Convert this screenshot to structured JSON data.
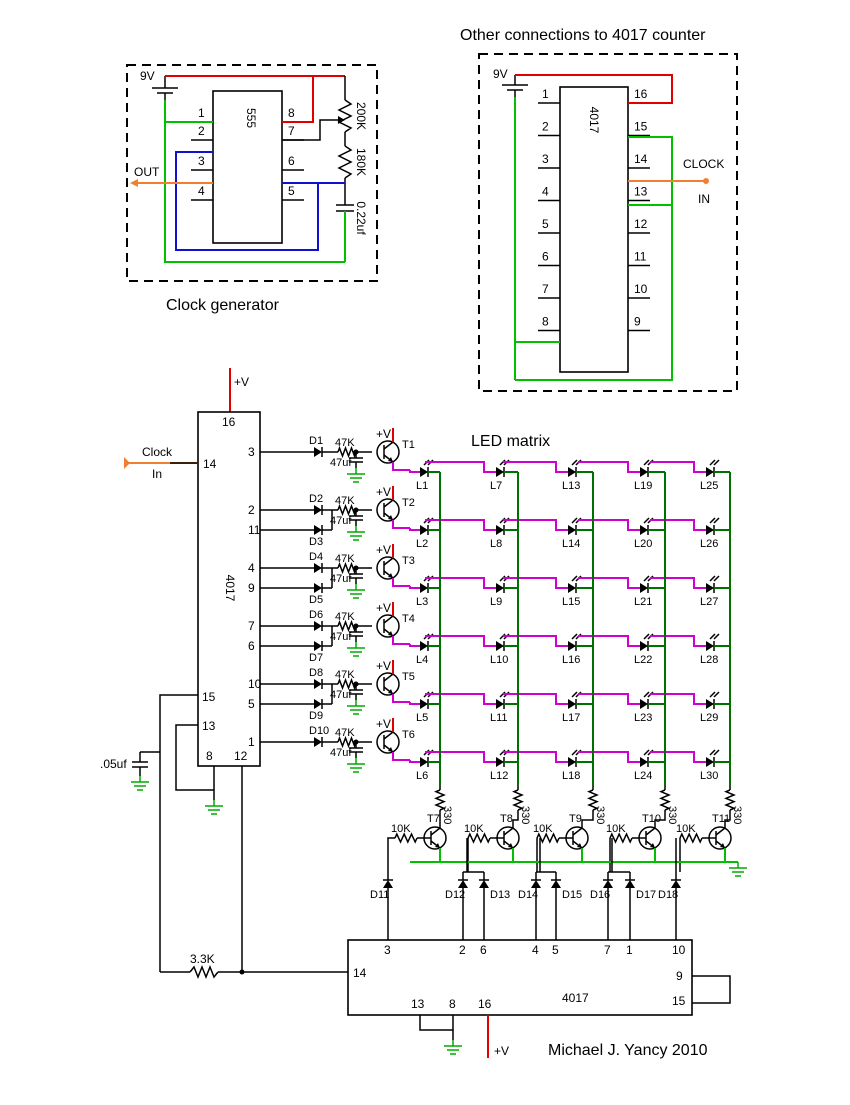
{
  "clock_generator": {
    "caption": "Clock generator",
    "supply": "9V",
    "chip": "555",
    "pins_left": [
      "1",
      "2",
      "3",
      "4"
    ],
    "pins_right": [
      "8",
      "7",
      "6",
      "5"
    ],
    "out_label": "OUT",
    "r1": "200K",
    "r2": "180K",
    "cap": "0.22uf"
  },
  "counter_connections": {
    "caption": "Other connections to 4017 counter",
    "supply": "9V",
    "chip": "4017",
    "pins_left": [
      "1",
      "2",
      "3",
      "4",
      "5",
      "6",
      "7",
      "8"
    ],
    "pins_right": [
      "16",
      "15",
      "14",
      "13",
      "12",
      "11",
      "10",
      "9"
    ],
    "clock_label": "CLOCK",
    "in_label": "IN"
  },
  "main": {
    "supply": "+V",
    "clock_label": "Clock",
    "in_label": "In",
    "chip1": {
      "name": "4017",
      "top_pin": "16",
      "bottom_pins": [
        "8",
        "12"
      ],
      "left_pins": [
        "14",
        "15",
        "13"
      ]
    },
    "cap_left": ".05uf",
    "resistor_clock": "3.3K",
    "row_groups": [
      {
        "pins": [
          "3"
        ],
        "diodes": [
          "D1"
        ],
        "transistor": "T1"
      },
      {
        "pins": [
          "2",
          "11"
        ],
        "diodes": [
          "D2",
          "D3"
        ],
        "transistor": "T2"
      },
      {
        "pins": [
          "4",
          "9"
        ],
        "diodes": [
          "D4",
          "D5"
        ],
        "transistor": "T3"
      },
      {
        "pins": [
          "7",
          "6"
        ],
        "diodes": [
          "D6",
          "D7"
        ],
        "transistor": "T4"
      },
      {
        "pins": [
          "10",
          "5"
        ],
        "diodes": [
          "D8",
          "D9"
        ],
        "transistor": "T5"
      },
      {
        "pins": [
          "1"
        ],
        "diodes": [
          "D10"
        ],
        "transistor": "T6"
      }
    ],
    "row_resistor": "47K",
    "row_cap": "47uf",
    "matrix_title": "LED matrix",
    "leds": [
      [
        "L1",
        "L7",
        "L13",
        "L19",
        "L25"
      ],
      [
        "L2",
        "L8",
        "L14",
        "L20",
        "L26"
      ],
      [
        "L3",
        "L9",
        "L15",
        "L21",
        "L27"
      ],
      [
        "L4",
        "L10",
        "L16",
        "L22",
        "L28"
      ],
      [
        "L5",
        "L11",
        "L17",
        "L23",
        "L29"
      ],
      [
        "L6",
        "L12",
        "L18",
        "L24",
        "L30"
      ]
    ],
    "col_resistor": "330",
    "col_transistors": [
      "T7",
      "T8",
      "T9",
      "T10",
      "T11"
    ],
    "base_resistor": "10K",
    "col_diodes": [
      [
        "D11"
      ],
      [
        "D12",
        "D13"
      ],
      [
        "D14",
        "D15"
      ],
      [
        "D16",
        "D17"
      ],
      [
        "D18"
      ]
    ],
    "chip2": {
      "name": "4017",
      "top_pin_groups": [
        [
          "3"
        ],
        [
          "2",
          "6"
        ],
        [
          "4",
          "5"
        ],
        [
          "7",
          "1"
        ],
        [
          "10"
        ]
      ],
      "left_pin": "14",
      "right_pins": [
        "9",
        "15"
      ],
      "bottom_pins": [
        "13",
        "8",
        "16"
      ]
    },
    "credit": "Michael J. Yancy  2010"
  }
}
